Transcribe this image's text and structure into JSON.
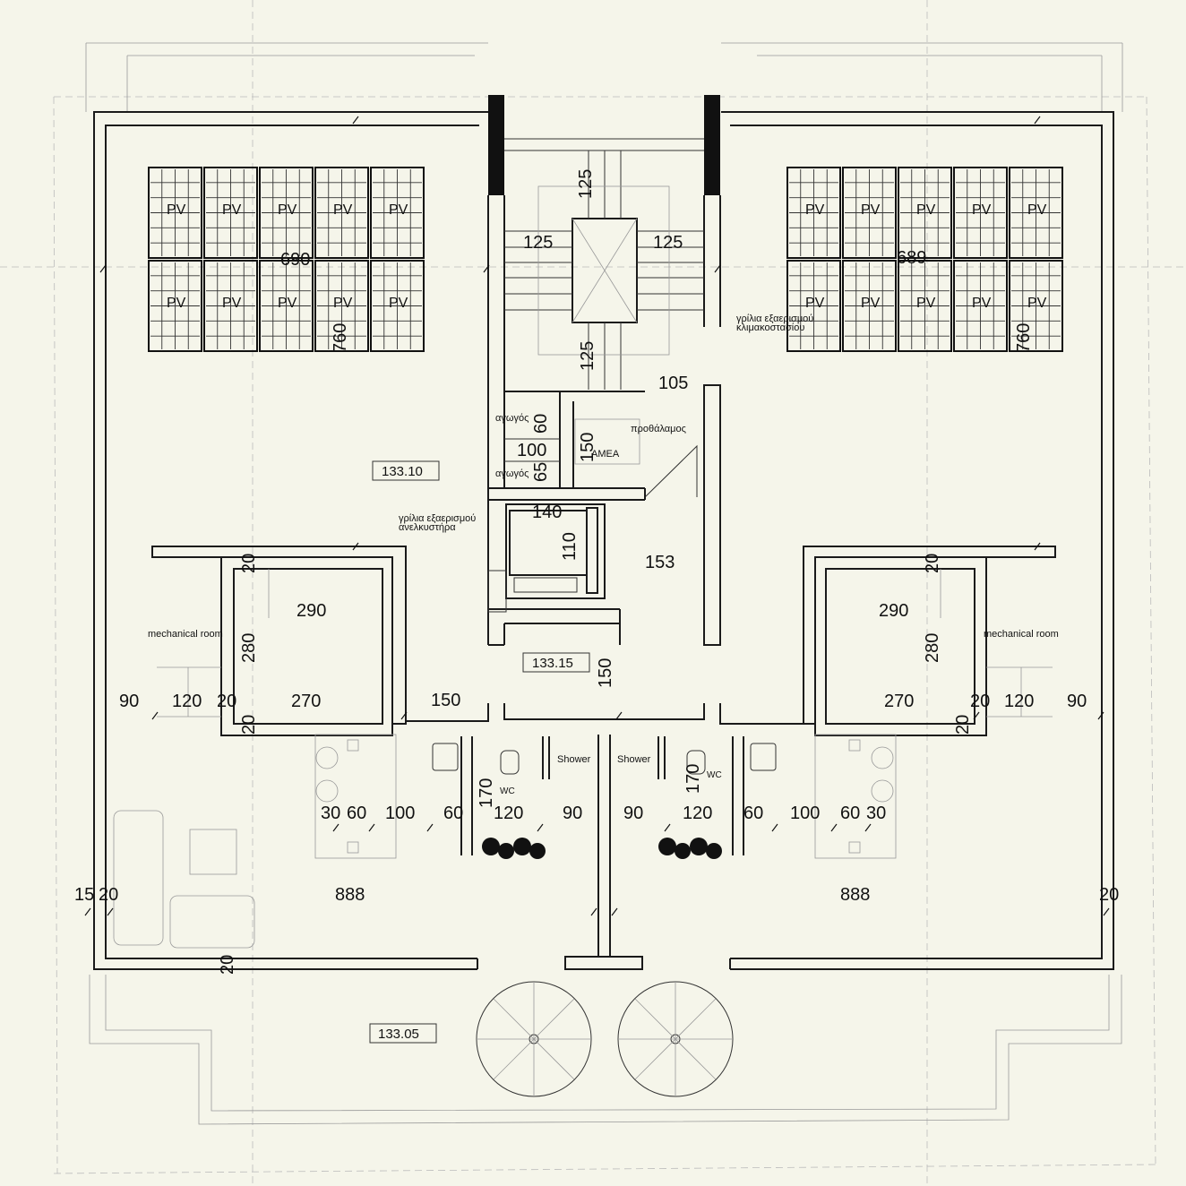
{
  "plan": {
    "pv_label": "PV",
    "levels": {
      "roof_left": "133.10",
      "stair": "133.15",
      "terrace": "133.05"
    },
    "rooms": {
      "mechanical_left": "mechanical room",
      "mechanical_right": "mechanical room",
      "vestibule": "προθάλαμος",
      "amea": "ΑΜΕΑ",
      "duct_top": "αγωγός",
      "duct_bottom": "αγωγός",
      "grille_lift_1": "γρίλια εξαερισμού",
      "grille_lift_2": "ανελκυστήρα",
      "grille_stair_1": "γρίλια εξαερισμού",
      "grille_stair_2": "κλιμακοστασίου",
      "shower_left": "Shower",
      "shower_right": "Shower",
      "wc_left": "WC",
      "wc_right": "WC"
    },
    "dims": {
      "pv_width_left": "690",
      "pv_width_right": "689",
      "pv_height_left": "760",
      "pv_height_right": "760",
      "stair_top": "125",
      "stair_left": "125",
      "stair_right": "125",
      "stair_mid": "125",
      "landing_105": "105",
      "duct_60": "60",
      "duct_100": "100",
      "duct_65": "65",
      "vest_150": "150",
      "lift_140": "140",
      "lift_110": "110",
      "lobby_153": "153",
      "stair_150_v": "150",
      "corr_150": "150",
      "mech_l_20a": "20",
      "mech_l_290": "290",
      "mech_l_280": "280",
      "mech_l_90": "90",
      "mech_l_120": "120",
      "mech_l_20b": "20",
      "mech_l_270": "270",
      "mech_l_20c": "20",
      "mech_r_20a": "20",
      "mech_r_290": "290",
      "mech_r_280": "280",
      "mech_r_270": "270",
      "mech_r_20b": "20",
      "mech_r_120": "120",
      "mech_r_90": "90",
      "mech_r_20c": "20",
      "bath_l_170": "170",
      "bath_r_170": "170",
      "row_l": [
        "30",
        "60",
        "100",
        "60",
        "120",
        "90"
      ],
      "row_r": [
        "90",
        "120",
        "60",
        "100",
        "60",
        "30"
      ],
      "bottom_15": "15",
      "bottom_20a": "20",
      "bottom_888_l": "888",
      "bottom_888_r": "888",
      "bottom_20_r": "20",
      "bottom_20_v": "20"
    }
  }
}
